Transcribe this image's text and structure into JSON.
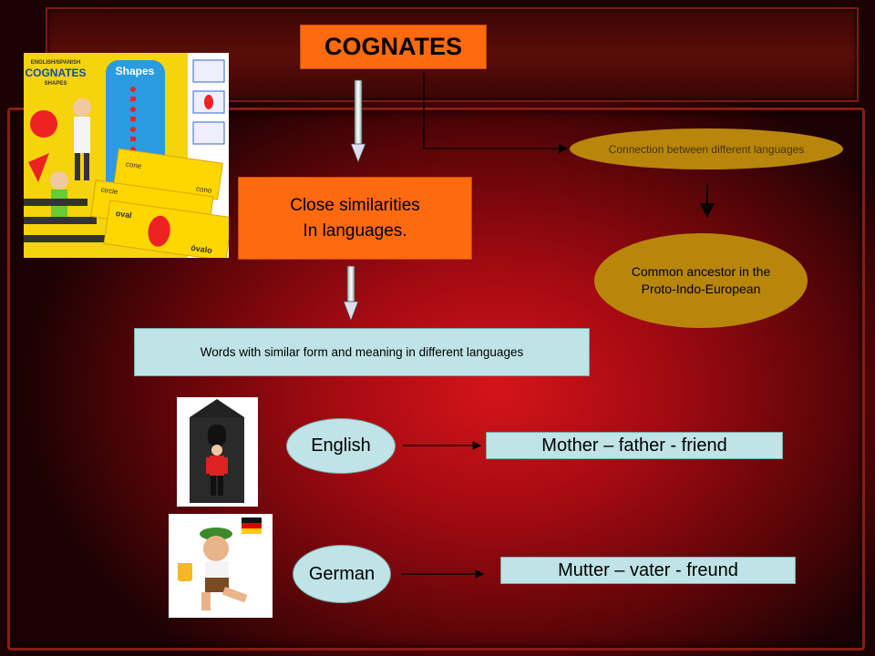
{
  "title": "COGNATES",
  "close_similarities": {
    "line1": "Close similarities",
    "line2": "In languages."
  },
  "definition": "Words with similar form and meaning in different languages",
  "connection": "Connection between different languages",
  "ancestor": {
    "line1": "Common ancestor in the",
    "line2": "Proto-Indo-European"
  },
  "examples": [
    {
      "language": "English",
      "words": "Mother – father - friend"
    },
    {
      "language": "German",
      "words": "Mutter – vater - freund"
    }
  ],
  "book": {
    "brand": "ENGLISH/SPANISH",
    "title": "COGNATES",
    "subtitle": "SHAPES",
    "panel_title": "Shapes",
    "cards": [
      "cone",
      "cono",
      "circle",
      "oval",
      "óvalo"
    ]
  },
  "colors": {
    "orange": "#ff6a10",
    "light_blue": "#bfe3e6",
    "gold": "#b8860b",
    "red": "#d4141a"
  }
}
